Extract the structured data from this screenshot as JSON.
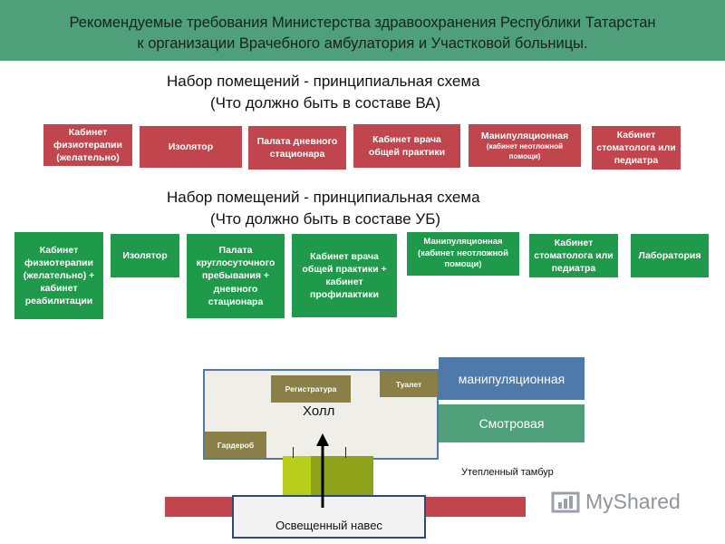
{
  "header": {
    "line1": "Рекомендуемые требования Министерства здравоохранения Республики Татарстан",
    "line2": "к организации Врачебного амбулатория и Участковой больницы."
  },
  "va": {
    "title1": "Набор помещений - принципиальная схема",
    "title2": "(Что должно быть в составе ВА)",
    "rooms": [
      {
        "text": "Кабинет физиотерапии (желательно)"
      },
      {
        "text": "Изолятор"
      },
      {
        "text": "Палата дневного стационара"
      },
      {
        "text": "Кабинет врача общей практики"
      },
      {
        "text": "Манипуляционная",
        "note": "(кабинет неотложной помощи)"
      },
      {
        "text": "Кабинет стоматолога или педиатра"
      }
    ]
  },
  "ub": {
    "title1": "Набор помещений - принципиальная схема",
    "title2": "(Что должно быть в составе УБ)",
    "rooms": [
      {
        "text": "Кабинет физиотерапии (желательно) + кабинет реабилитации"
      },
      {
        "text": "Изолятор"
      },
      {
        "text": "Палата круглосуточного пребывания + дневного стационара"
      },
      {
        "text": "Кабинет врача общей практики + кабинет профилактики"
      },
      {
        "text": "Манипуляционная (кабинет неотложной помощи)"
      },
      {
        "text": "Кабинет стоматолога или педиатра"
      },
      {
        "text": "Лаборатория"
      }
    ]
  },
  "plan": {
    "registratura": "Регистратура",
    "toilet": "Туалет",
    "hall": "Холл",
    "garderob": "Гардероб",
    "manip": "манипуляционная",
    "smotr": "Смотровая",
    "tambur": "Утепленный тамбур",
    "naves": "Освещенный навес"
  },
  "watermark": {
    "brand": "MyShared"
  },
  "colors": {
    "header": "#4fa07a",
    "va_box": "#c0454c",
    "ub_box": "#1f9a4a",
    "blue": "#4e79a8",
    "teal": "#4fa07a",
    "olive": "#8a8047",
    "lime": "#c6df20",
    "strip": "#c0454c"
  }
}
